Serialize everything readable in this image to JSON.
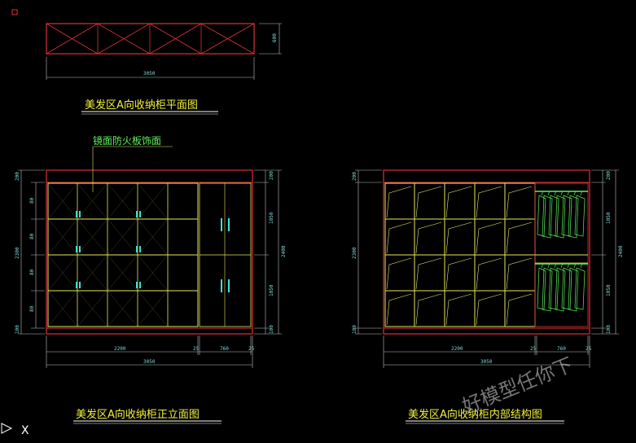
{
  "plan": {
    "title": "美发区A向收纳柜平面图",
    "width_label": "3050",
    "depth_label": "600"
  },
  "front": {
    "title": "美发区A向收纳柜正立面图",
    "note": "镜面防火板饰面",
    "left_dims": [
      "200",
      "2300",
      "80",
      "80",
      "80",
      "80",
      "100"
    ],
    "right_dims": [
      "200",
      "1050",
      "1050",
      "100",
      "2400"
    ],
    "bottom_dims": [
      "2200",
      "25",
      "760",
      "25",
      "3050"
    ]
  },
  "inner": {
    "title": "美发区A向收纳柜内部结构图",
    "left_dims": [
      "200",
      "2300",
      "100"
    ],
    "right_dims": [
      "200",
      "1050",
      "1050",
      "100",
      "2400"
    ],
    "bottom_dims": [
      "2200",
      "25",
      "760",
      "25",
      "3050"
    ]
  },
  "watermark": "好模型任你下",
  "ucs": "X",
  "colors": {
    "frame": "#e0303a",
    "shelf": "#e8e860",
    "dim": "#7fd8d8",
    "text": "#f2f23a",
    "green": "#5cf25c",
    "handle": "#40e0d0"
  }
}
